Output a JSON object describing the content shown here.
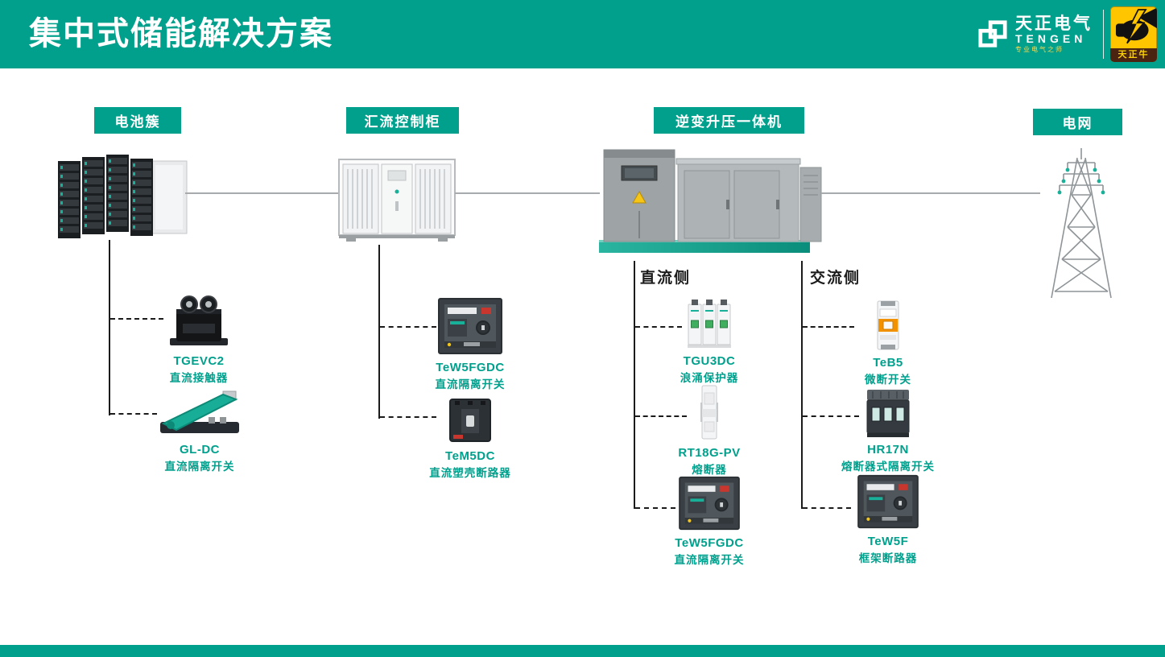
{
  "colors": {
    "teal": "#00A08D",
    "badge_yellow": "#FFC600",
    "line_gray": "#A7ABAE",
    "line_black": "#1B1B1B"
  },
  "header": {
    "title": "集中式储能解决方案",
    "brand_cn": "天正电气",
    "brand_en": "TENGEN",
    "brand_tagline": "专业电气之师",
    "badge_label": "天正牛"
  },
  "stages": [
    {
      "label": "电池簇"
    },
    {
      "label": "汇流控制柜"
    },
    {
      "label": "逆变升压一体机"
    },
    {
      "label": "电网"
    }
  ],
  "branches": {
    "dc_label": "直流侧",
    "ac_label": "交流侧"
  },
  "products": [
    {
      "name": "TGEVC2",
      "desc": "直流接触器"
    },
    {
      "name": "GL-DC",
      "desc": "直流隔离开关"
    },
    {
      "name": "TeW5FGDC",
      "desc": "直流隔离开关"
    },
    {
      "name": "TeM5DC",
      "desc": "直流塑壳断路器"
    },
    {
      "name": "TGU3DC",
      "desc": "浪涌保护器"
    },
    {
      "name": "RT18G-PV",
      "desc": "熔断器"
    },
    {
      "name": "TeW5FGDC",
      "desc": "直流隔离开关"
    },
    {
      "name": "TeB5",
      "desc": "微断开关"
    },
    {
      "name": "HR17N",
      "desc": "熔断器式隔离开关"
    },
    {
      "name": "TeW5F",
      "desc": "框架断路器"
    }
  ]
}
